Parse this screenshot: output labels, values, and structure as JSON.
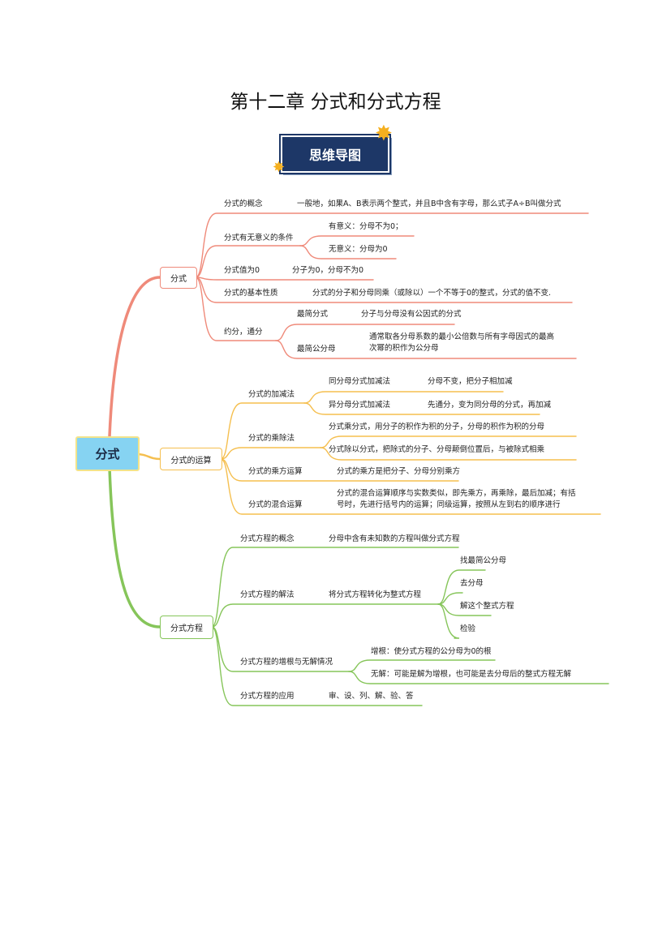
{
  "title": "第十二章  分式和分式方程",
  "badge": "思维导图",
  "root": "分式",
  "colors": {
    "branch1": "#ef8a7a",
    "branch2": "#f5bf4f",
    "branch3": "#86c55a",
    "root_fill": "#86d3f2",
    "badge_bg": "#1d3767"
  },
  "branch1": {
    "label": "分式",
    "concept": {
      "label": "分式的概念",
      "text": "一般地，如果A、B表示两个整式，并且B中含有字母，那么式子A÷B叫做分式"
    },
    "meaning": {
      "label": "分式有无意义的条件",
      "yes": "有意义：分母不为0；",
      "no": "无意义：分母为0"
    },
    "zero": {
      "label": "分式值为0",
      "text": "分子为0，分母不为0"
    },
    "property": {
      "label": "分式的基本性质",
      "text": "分式的分子和分母同乘（或除以）一个不等于0的整式，分式的值不变."
    },
    "reduce": {
      "label": "约分，通分",
      "simplest": "最简分式",
      "simplest_text": "分子与分母没有公因式的分式",
      "lcd": "最简公分母",
      "lcd_text_1": "通常取各分母系数的最小公倍数与所有字母因式的最高",
      "lcd_text_2": "次幂的积作为公分母"
    }
  },
  "branch2": {
    "label": "分式的运算",
    "addsub": {
      "label": "分式的加减法",
      "same": "同分母分式加减法",
      "same_text": "分母不变，把分子相加减",
      "diff": "异分母分式加减法",
      "diff_text": "先通分，变为同分母的分式，再加减"
    },
    "muldiv": {
      "label": "分式的乘除法",
      "mul": "分式乘分式，用分子的积作为积的分子，分母的积作为积的分母",
      "div": "分式除以分式，把除式的分子、分母颠倒位置后，与被除式相乘"
    },
    "power": {
      "label": "分式的乘方运算",
      "text": "分式的乘方是把分子、分母分别乘方"
    },
    "mixed": {
      "label": "分式的混合运算",
      "text_1": "分式的混合运算顺序与实数类似，即先乘方，再乘除，最后加减；有括",
      "text_2": "号时，先进行括号内的运算；同级运算，按照从左到右的顺序进行"
    }
  },
  "branch3": {
    "label": "分式方程",
    "concept": {
      "label": "分式方程的概念",
      "text": "分母中含有未知数的方程叫做分式方程"
    },
    "solve": {
      "label": "分式方程的解法",
      "text": "将分式方程转化为整式方程",
      "steps": [
        "找最简公分母",
        "去分母",
        "解这个整式方程",
        "检验"
      ]
    },
    "roots": {
      "label": "分式方程的增根与无解情况",
      "extra": "增根：使分式方程的公分母为0的根",
      "none": "无解：可能是解为增根，也可能是去分母后的整式方程无解"
    },
    "apply": {
      "label": "分式方程的应用",
      "text": "审、设、列、解、验、答"
    }
  }
}
